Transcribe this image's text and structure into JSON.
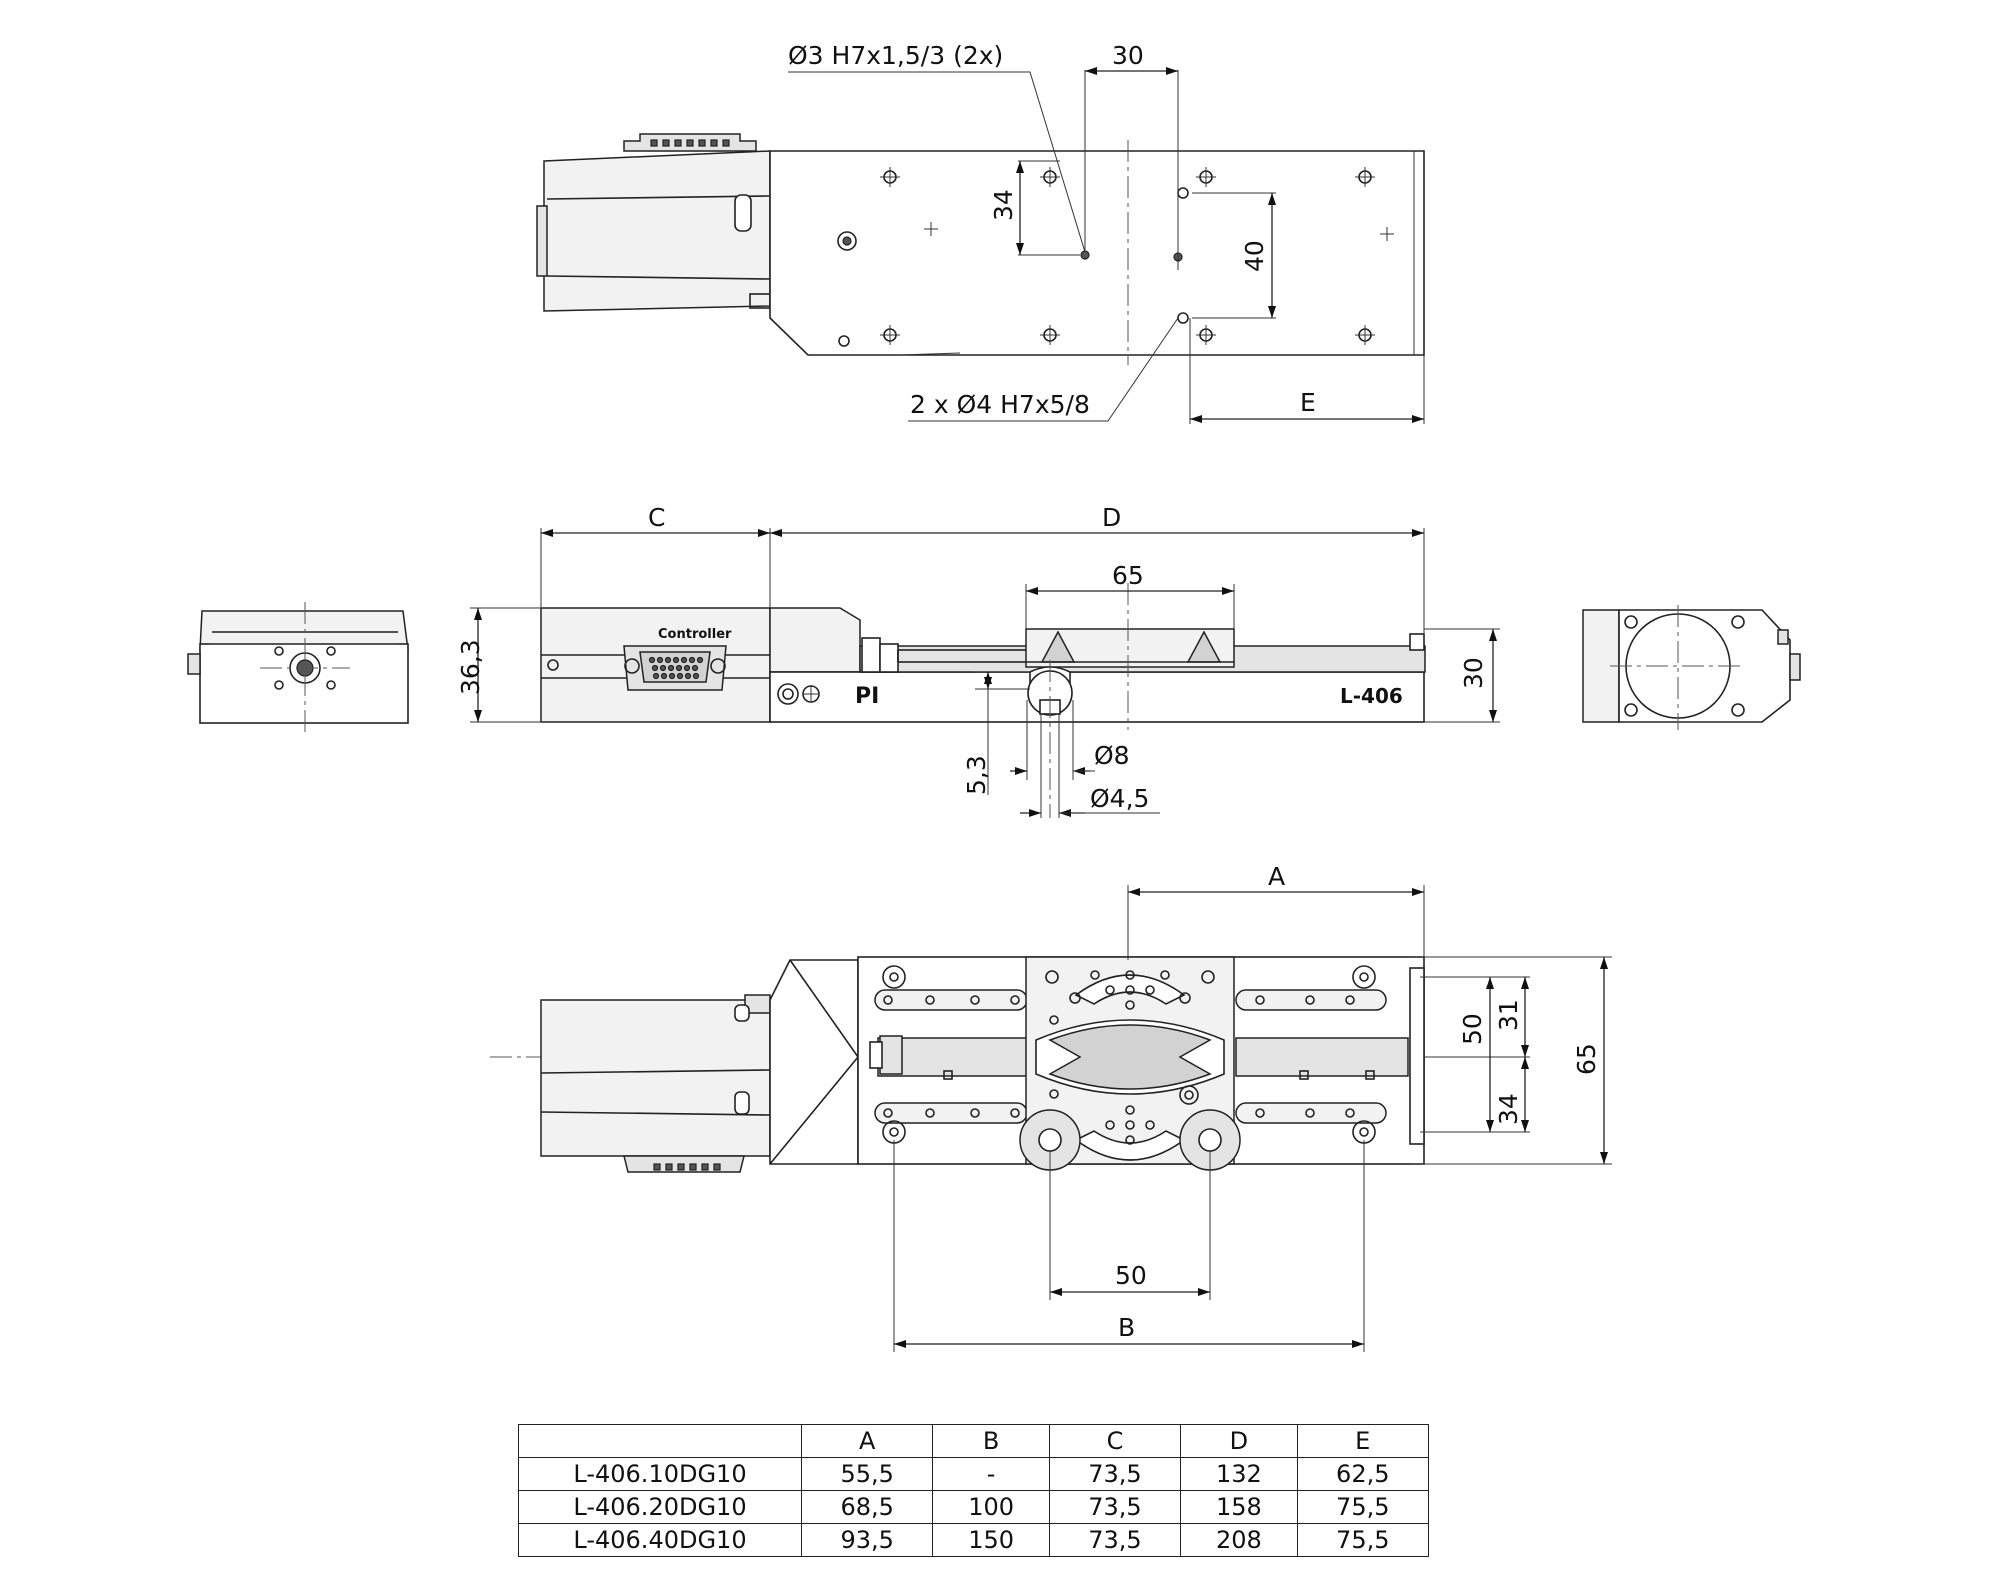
{
  "top_view": {
    "hole_small_callout": "Ø3  H7x1,5/3 (2x)",
    "hole_large_callout": "2 x  Ø4  H7x5/8",
    "dim_30": "30",
    "dim_34": "34",
    "dim_40": "40",
    "dim_E": "E"
  },
  "side_view": {
    "dim_C": "C",
    "dim_D": "D",
    "dim_65": "65",
    "dim_36_3": "36,3",
    "dim_30": "30",
    "dim_5_3": "5,3",
    "dim_dia8": "Ø8",
    "dim_dia4_5": "Ø4,5",
    "connector_label": "Controller",
    "brand_logo": "PI",
    "model_label": "L-406"
  },
  "bottom_view": {
    "dim_A": "A",
    "dim_50_vertical": "50",
    "dim_31": "31",
    "dim_34": "34",
    "dim_65": "65",
    "dim_50_horizontal": "50",
    "dim_B": "B"
  },
  "table": {
    "headers": [
      "",
      "A",
      "B",
      "C",
      "D",
      "E"
    ],
    "rows": [
      [
        "L-406.10DG10",
        "55,5",
        "-",
        "73,5",
        "132",
        "62,5"
      ],
      [
        "L-406.20DG10",
        "68,5",
        "100",
        "73,5",
        "158",
        "75,5"
      ],
      [
        "L-406.40DG10",
        "93,5",
        "150",
        "73,5",
        "208",
        "75,5"
      ]
    ]
  }
}
